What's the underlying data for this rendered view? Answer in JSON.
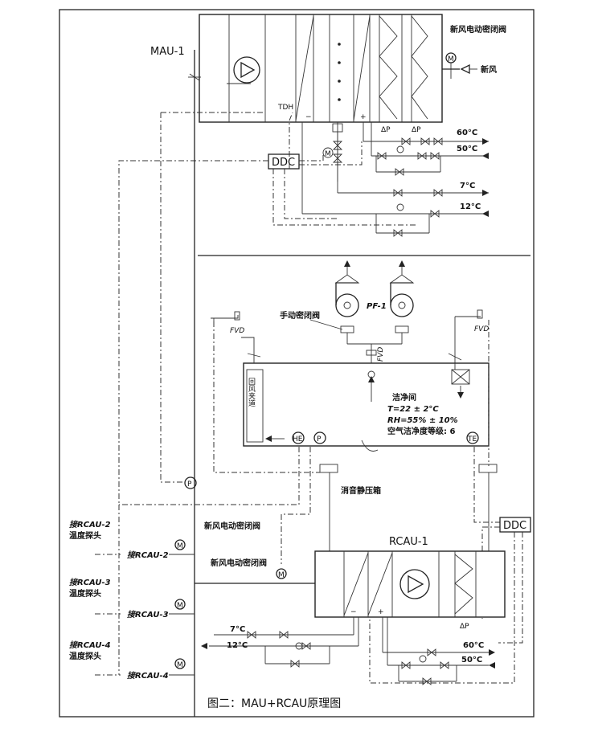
{
  "labels": {
    "mau_name": "MAU-1",
    "mau_damper": "新风电动密闭阀",
    "fresh_air": "新风",
    "tdh": "TDH",
    "ddc_top": "DDC",
    "hw_supply_top": "60°C",
    "hw_return_top": "50°C",
    "chw_supply_top": "7°C",
    "chw_return_top": "12°C",
    "manual_damper": "手动密闭阀",
    "pf_name": "PF-1",
    "fvd_left": "FVD",
    "fvd_mid": "FVD",
    "fvd_right": "FVD",
    "return_channel": "回风夹道",
    "room_title": "洁净间",
    "room_temp": "T=22 ± 2°C",
    "room_rh": "RH=55% ± 10%",
    "room_class": "空气洁净度等级: 6",
    "sensor_he": "HE",
    "sensor_p_room": "P",
    "sensor_te": "TE",
    "sensor_p_left": "P",
    "plenum": "消音静压箱",
    "ddc_bottom": "DDC",
    "rcau_name": "RCAU-1",
    "rcau_damper_1": "新风电动密闭阀",
    "rcau_damper_2": "新风电动密闭阀",
    "conn2_title_1": "接RCAU-2",
    "conn2_title_2": "温度探头",
    "conn3_title_1": "接RCAU-3",
    "conn3_title_2": "温度探头",
    "conn4_title_1": "接RCAU-4",
    "conn4_title_2": "温度探头",
    "conn2_label": "接RCAU-2",
    "conn3_label": "接RCAU-3",
    "conn4_label": "接RCAU-4",
    "chw_supply_bottom": "7°C",
    "chw_return_bottom": "12°C",
    "hw_supply_bottom": "60°C",
    "hw_return_bottom": "50°C",
    "caption": "图二：MAU+RCAU原理图"
  },
  "icons": [
    "motor-icon",
    "fan-icon",
    "valve-icon",
    "filter-icon",
    "coil-icon",
    "arrow-icon"
  ]
}
